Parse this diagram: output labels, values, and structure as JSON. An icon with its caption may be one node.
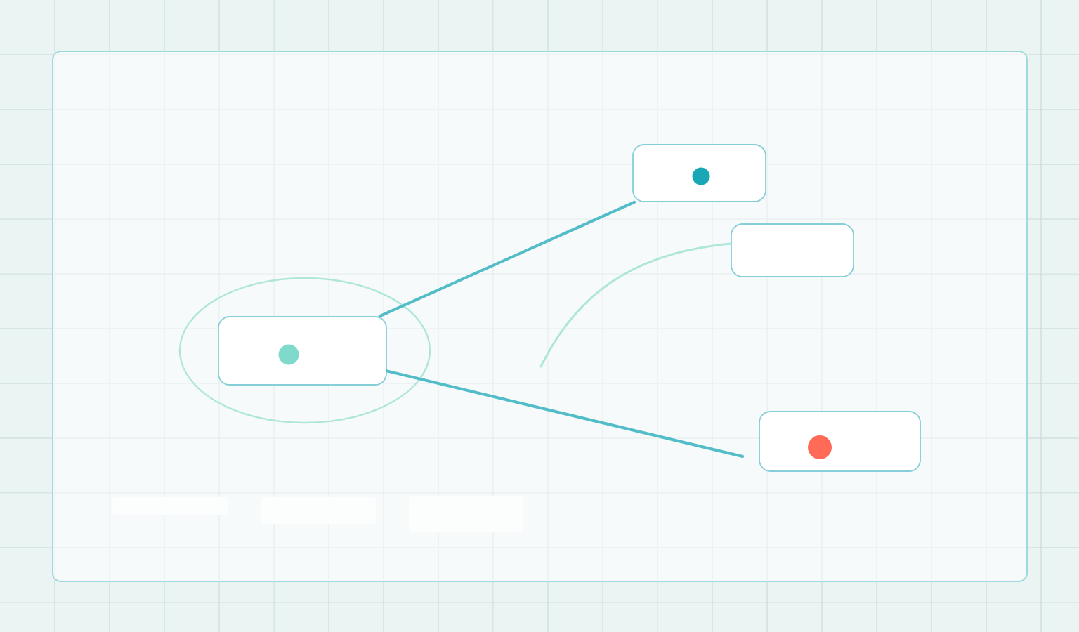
{
  "diagram": {
    "nodes": [
      {
        "text": [],
        "shape": "box"
      },
      {
        "text": [],
        "shape": "box"
      },
      {
        "text": [],
        "shape": "box"
      },
      {
        "text": [],
        "shape": "box"
      }
    ],
    "edges": [
      {
        "from": 2,
        "to": 0,
        "arrow": "none"
      },
      {
        "from": 2,
        "to": 3,
        "arrow": "none"
      },
      {
        "from": null,
        "to": 1,
        "arrow": "none",
        "color": "#aee6da"
      }
    ]
  }
}
